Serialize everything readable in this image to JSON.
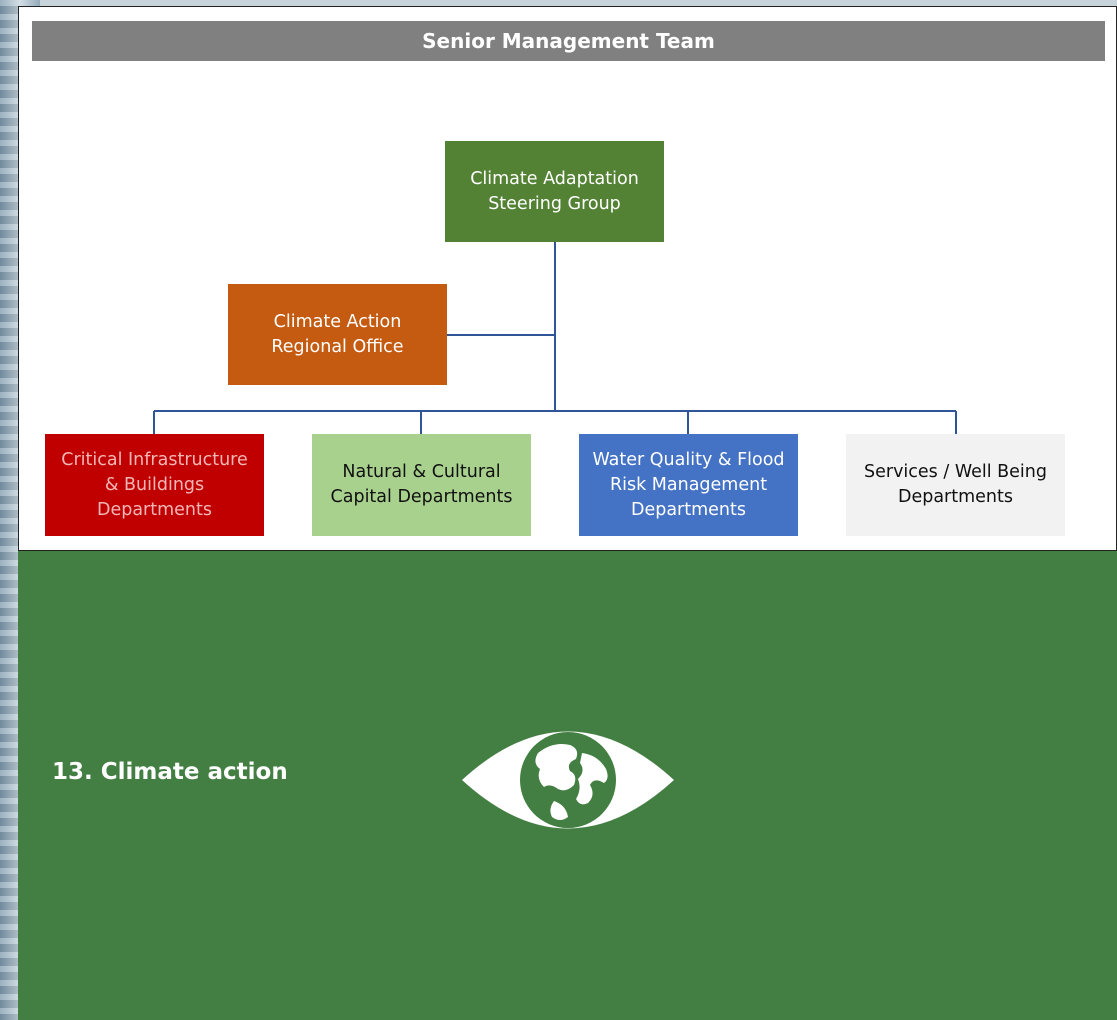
{
  "org_chart": {
    "header": "Senior Management Team",
    "steering_group": "Climate Adaptation\nSteering Group",
    "regional_office": "Climate Action\nRegional Office",
    "departments": [
      {
        "label": "Critical Infrastructure\n& Buildings\nDepartments"
      },
      {
        "label": "Natural & Cultural\nCapital Departments"
      },
      {
        "label": "Water Quality & Flood\nRisk Management\nDepartments"
      },
      {
        "label": "Services / Well Being\nDepartments"
      }
    ],
    "colors": {
      "header": "#808080",
      "steering_group": "#548235",
      "regional_office": "#c55a11",
      "critical_infrastructure": "#c00000",
      "natural_cultural": "#a9d18e",
      "water_quality": "#4472c4",
      "services": "#f2f2f2",
      "connector": "#2f5597"
    }
  },
  "sdg": {
    "icon": "eye-globe-icon",
    "caption": "13. Climate action",
    "background_color": "#437f43"
  }
}
